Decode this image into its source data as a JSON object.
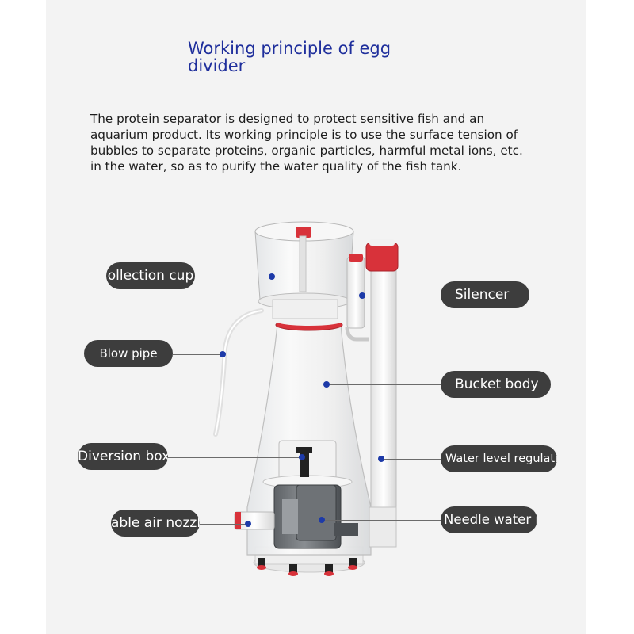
{
  "heading": {
    "line1": "Working principle of egg",
    "line2": "divider"
  },
  "description": {
    "line1": "The protein separator is designed to protect sensitive fish and an",
    "line2": "aquarium product. Its working principle is to use the surface tension of",
    "line3": "bubbles to separate proteins, organic particles, harmful metal ions, etc.",
    "line4": "in the water, so as to purify the water quality of the fish tank."
  },
  "labels": {
    "collection_cup": "ollection cup",
    "blow_pipe": "Blow pipe",
    "diversion_box": "Diversion box",
    "air_nozzle": "able air nozzle",
    "silencer": "Silencer",
    "bucket_body": "Bucket body",
    "valve": "Water level regulating valve",
    "water_pump": "Needle water pump"
  },
  "colors": {
    "title": "#1f2f9c",
    "pill": "#3d3d3d",
    "marker": "#1d3aa8",
    "accent_red": "#d8323a"
  }
}
